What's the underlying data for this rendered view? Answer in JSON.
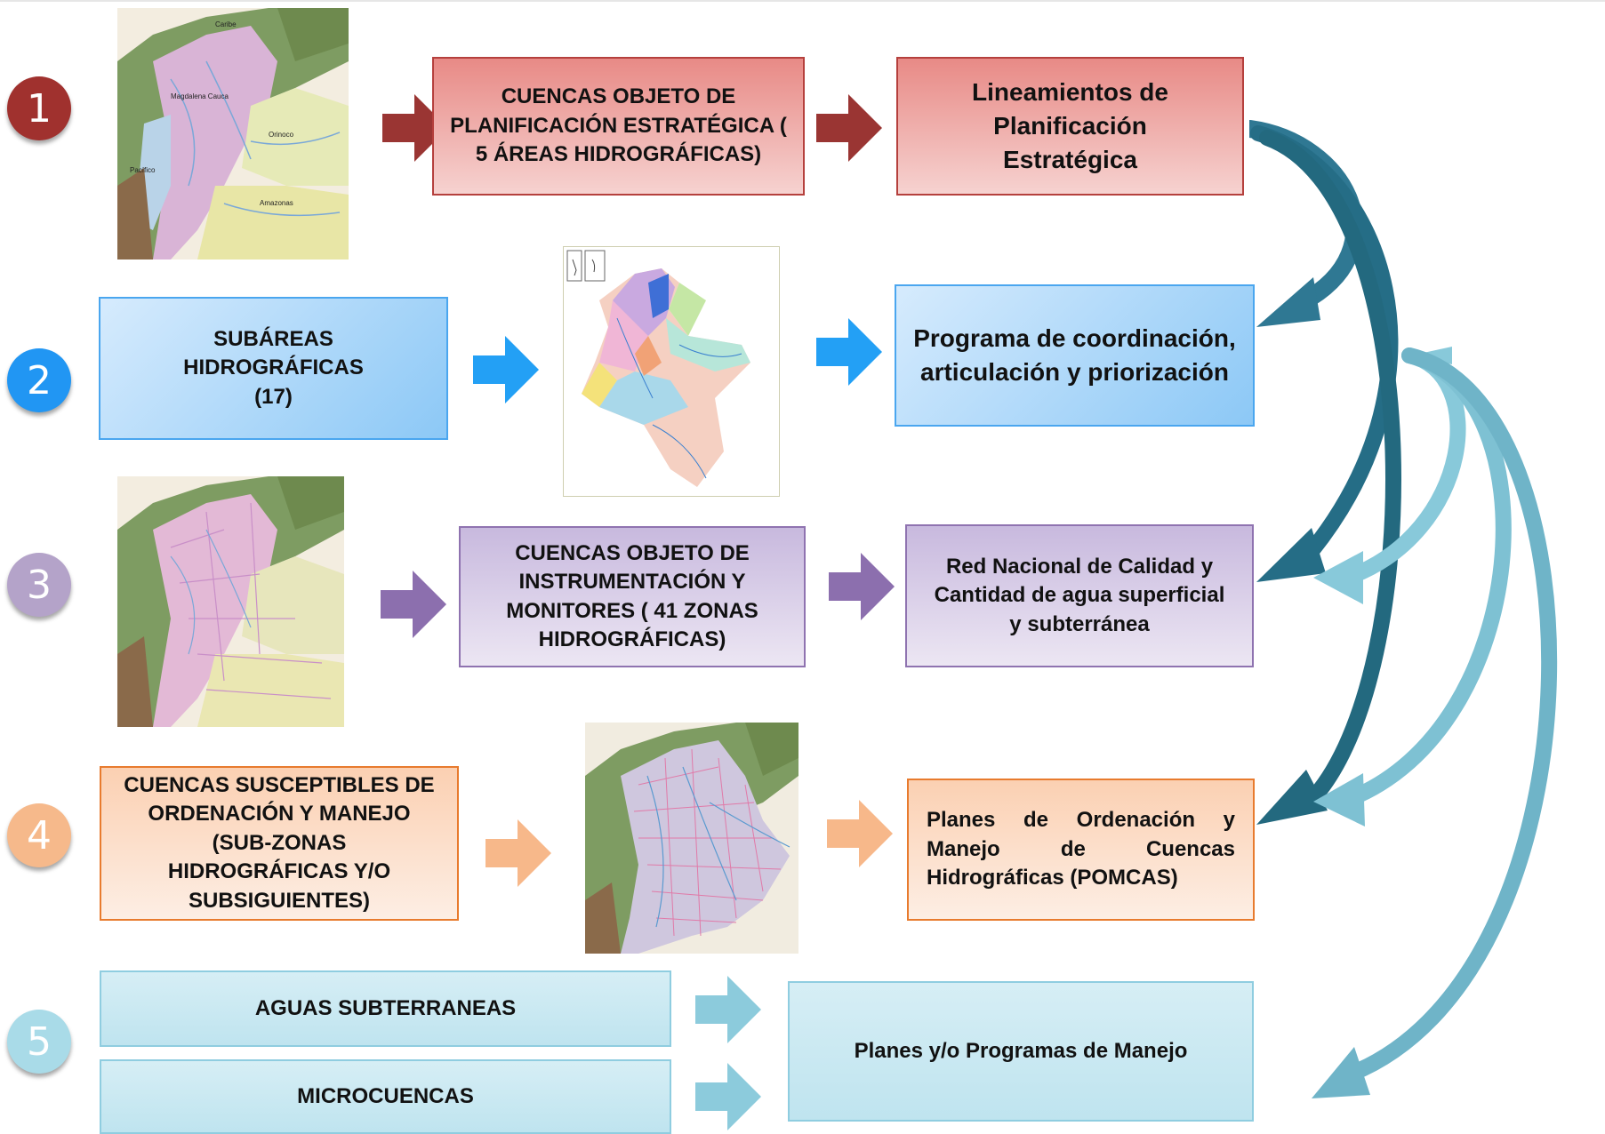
{
  "rows": [
    {
      "number": "1",
      "number_color": "#a0312e",
      "source_label": "CUENCAS OBJETO DE PLANIFICACIÓN ESTRATÉGICA ( 5 ÁREAS HIDROGRÁFICAS)",
      "result_label": "Lineamientos de Planificación Estratégica",
      "arrow_color": "#9a3533",
      "map_labels": [
        "Caribe",
        "Magdalena Cauca",
        "Orinoco",
        "Pacífico",
        "Amazonas"
      ]
    },
    {
      "number": "2",
      "number_color": "#2196f3",
      "source_label": "SUBÁREAS HIDROGRÁFICAS (17)",
      "result_label": "Programa de coordinación, articulación y priorización",
      "arrow_color": "#23a0f5"
    },
    {
      "number": "3",
      "number_color": "#b4a3c9",
      "source_label": "CUENCAS OBJETO DE INSTRUMENTACIÓN Y MONITORES ( 41 ZONAS HIDROGRÁFICAS)",
      "result_label": "Red Nacional de Calidad y Cantidad de agua superficial y subterránea",
      "arrow_color": "#8c6fae"
    },
    {
      "number": "4",
      "number_color": "#f6b98b",
      "source_label": "CUENCAS SUSCEPTIBLES DE ORDENACIÓN Y MANEJO (SUB-ZONAS HIDROGRÁFICAS Y/O SUBSIGUIENTES)",
      "result_label": "Planes de Ordenación y Manejo de Cuencas Hidrográficas (POMCAS)",
      "arrow_color": "#f7b88a"
    },
    {
      "number": "5",
      "number_color": "#a9dbe8",
      "source_label_a": "AGUAS SUBTERRANEAS",
      "source_label_b": "MICROCUENCAS",
      "result_label": "Planes y/o Programas de Manejo",
      "arrow_color": "#8ccbdc"
    }
  ],
  "colors": {
    "dark_teal": "#23697f",
    "light_teal": "#7fc3d6"
  }
}
